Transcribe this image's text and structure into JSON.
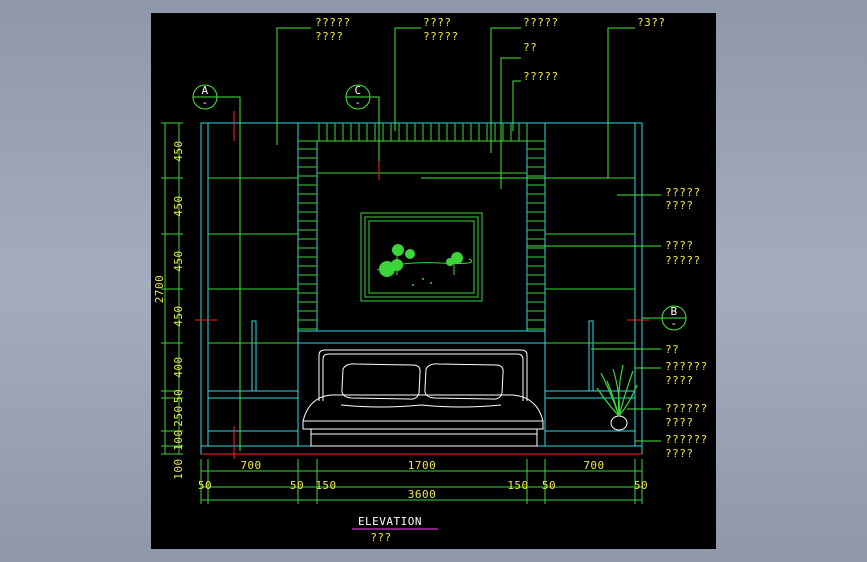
{
  "drawing": {
    "title": "ELEVATION",
    "subtitle": "???",
    "colors": {
      "background": "#000000",
      "leader": "#48e83a",
      "outline": "#34d9e6",
      "text": "#f2e84a",
      "dimension": "#3bd43b",
      "accent": "#ff2020"
    },
    "section_markers": [
      {
        "letter": "A",
        "sub": "-"
      },
      {
        "letter": "C",
        "sub": "-"
      },
      {
        "letter": "B",
        "sub": "-"
      }
    ],
    "annotations_top": [
      {
        "line1": "?????",
        "line2": "????"
      },
      {
        "line1": "????",
        "line2": "?????"
      },
      {
        "line1": "?????",
        "line2": ""
      },
      {
        "line1": "??",
        "line2": ""
      },
      {
        "line1": "?????",
        "line2": ""
      },
      {
        "line1": "?3??",
        "line2": ""
      }
    ],
    "annotations_right": [
      {
        "line1": "?????",
        "line2": "????"
      },
      {
        "line1": "????",
        "line2": "?????"
      },
      {
        "line1": "??",
        "line2": ""
      },
      {
        "line1": "??????",
        "line2": "????"
      },
      {
        "line1": "??????",
        "line2": "????"
      },
      {
        "line1": "??????",
        "line2": "????"
      }
    ],
    "dimensions_left": {
      "overall": "2700",
      "segments": [
        "450",
        "450",
        "450",
        "450",
        "400",
        "50",
        "250",
        "100",
        "100"
      ]
    },
    "dimensions_bottom": {
      "upper": [
        "700",
        "1700",
        "700"
      ],
      "lower": [
        "50",
        "50",
        "150",
        "150",
        "50",
        "50"
      ],
      "overall": "3600"
    }
  }
}
